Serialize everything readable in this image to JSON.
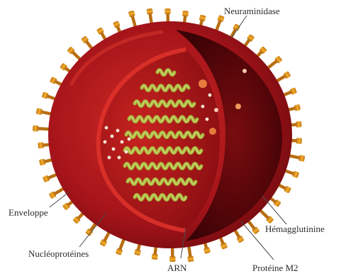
{
  "labels": {
    "neuraminidase": "Neuraminidase",
    "envelope": "Enveloppe",
    "hemagglutinin": "Hémagglutinine",
    "nucleoproteins": "Nucléoprotéines",
    "rna": "ARN",
    "m2_protein": "Protéine M2"
  },
  "colors": {
    "capsid_outer": "#8e0f12",
    "capsid_rim": "#c4171b",
    "interior": "#5a070a",
    "core_inner": "#a9161a",
    "spike": "#e59a1e",
    "spike_dark": "#b86d10",
    "rna_green": "#a7b43c",
    "nucleo_dot": "#f3e8d6"
  }
}
